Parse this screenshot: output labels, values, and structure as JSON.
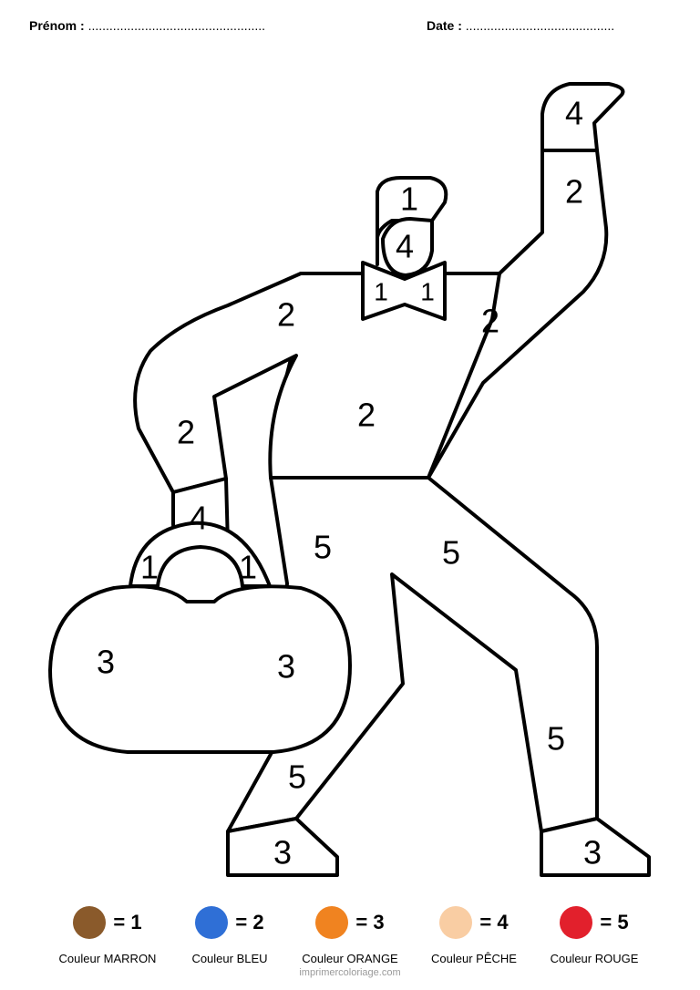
{
  "header": {
    "name_label": "Prénom :",
    "name_dots": "..................................................",
    "date_label": "Date :",
    "date_dots": ".........................................."
  },
  "regions": {
    "hand_raised": "4",
    "arm_raised_upper": "2",
    "hair": "1",
    "face": "4",
    "bowtie_left": "1",
    "bowtie_right": "1",
    "shoulder_left": "2",
    "shoulder_right": "2",
    "torso": "2",
    "arm_left": "2",
    "hand_left": "4",
    "handle_left": "1",
    "handle_right": "1",
    "bag_left": "3",
    "bag_right": "3",
    "leg_left_upper": "5",
    "leg_right_upper": "5",
    "leg_right_lower": "5",
    "leg_left_lower": "5",
    "shoe_left": "3",
    "shoe_right": "3"
  },
  "legend": [
    {
      "number": "= 1",
      "label": "Couleur MARRON",
      "color": "#8a5a2b"
    },
    {
      "number": "= 2",
      "label": "Couleur BLEU",
      "color": "#2f6fd6"
    },
    {
      "number": "= 3",
      "label": "Couleur ORANGE",
      "color": "#f08320"
    },
    {
      "number": "= 4",
      "label": "Couleur PÊCHE",
      "color": "#f9cda3"
    },
    {
      "number": "= 5",
      "label": "Couleur ROUGE",
      "color": "#e2202c"
    }
  ],
  "footer": {
    "text": "imprimercoloriage.com"
  }
}
